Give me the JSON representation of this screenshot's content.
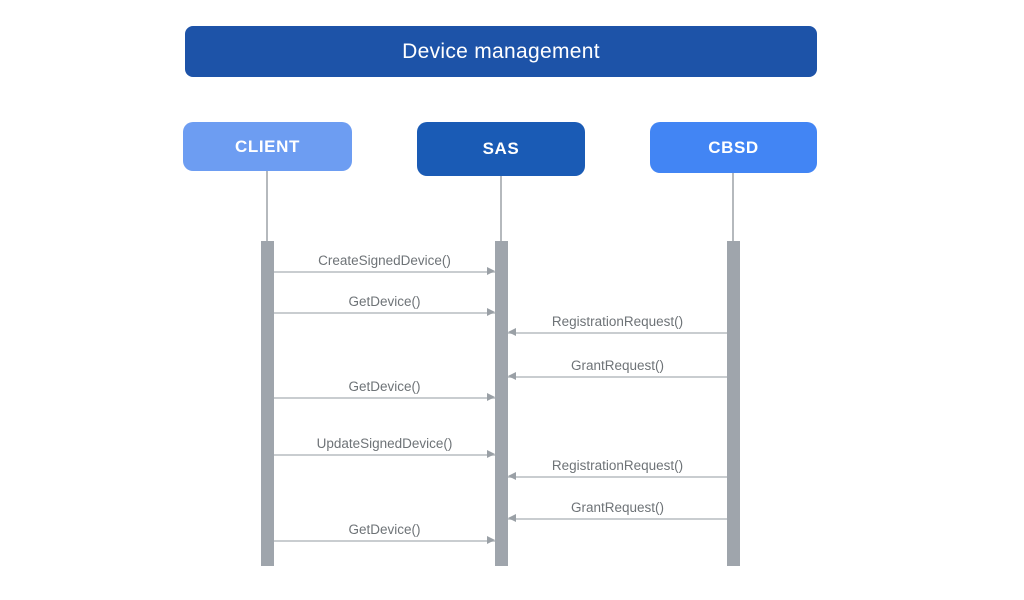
{
  "title": "Device management",
  "diagram_type": "sequence",
  "actors": [
    {
      "id": "client",
      "label": "CLIENT",
      "color": "#6d9df2"
    },
    {
      "id": "sas",
      "label": "SAS",
      "color": "#1a5bb5"
    },
    {
      "id": "cbsd",
      "label": "CBSD",
      "color": "#4285f4"
    }
  ],
  "messages": [
    {
      "from": "CLIENT",
      "to": "SAS",
      "label": "CreateSignedDevice()"
    },
    {
      "from": "CLIENT",
      "to": "SAS",
      "label": "GetDevice()"
    },
    {
      "from": "CBSD",
      "to": "SAS",
      "label": "RegistrationRequest()"
    },
    {
      "from": "CBSD",
      "to": "SAS",
      "label": "GrantRequest()"
    },
    {
      "from": "CLIENT",
      "to": "SAS",
      "label": "GetDevice()"
    },
    {
      "from": "CLIENT",
      "to": "SAS",
      "label": "UpdateSignedDevice()"
    },
    {
      "from": "CBSD",
      "to": "SAS",
      "label": "RegistrationRequest()"
    },
    {
      "from": "CBSD",
      "to": "SAS",
      "label": "GrantRequest()"
    },
    {
      "from": "CLIENT",
      "to": "SAS",
      "label": "GetDevice()"
    }
  ],
  "colors": {
    "title_bar": "#1d53a8",
    "actor_client": "#6d9df2",
    "actor_sas": "#1a5bb5",
    "actor_cbsd": "#4285f4",
    "activation_bar": "#9fa5ac",
    "arrow_line": "#c9cdd0",
    "arrow_head": "#9aa0a6",
    "message_text": "#6e7377",
    "background": "#ffffff"
  }
}
